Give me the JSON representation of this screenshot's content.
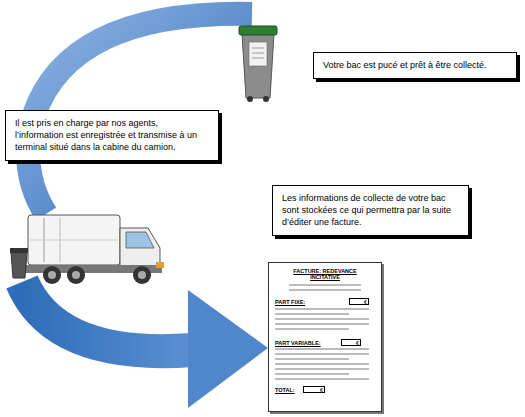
{
  "diagram": {
    "nodes": [
      {
        "text": [
          "Votre bac est pucé et prêt à être collecté."
        ]
      },
      {
        "text": [
          "Il est pris en charge par nos agents, l’information est enregistrée et transmise à un terminal situé dans la cabine du camion."
        ]
      },
      {
        "text": [
          "Les informations de collecte de votre bac sont stockées ce qui permettra par la suite d’éditer une facture."
        ]
      },
      {
        "text": [
          "FACTURE: REDEVANCE INCITATIVE",
          "PART FIXE:",
          "€",
          "PART VARIABLE:",
          "€",
          "TOTAL:",
          "€"
        ]
      }
    ]
  }
}
